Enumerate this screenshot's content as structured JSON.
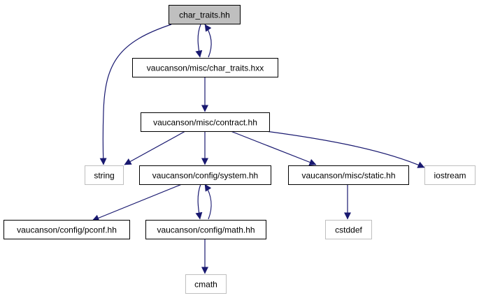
{
  "colors": {
    "edge": "#191970",
    "border_local": "#000000",
    "border_system": "#bfbfbf",
    "fill_root": "#bfbfbf",
    "fill_default": "#ffffff"
  },
  "nodes": [
    {
      "id": "n_char_traits_hh",
      "label": "char_traits.hh",
      "kind": "root"
    },
    {
      "id": "n_char_traits_hxx",
      "label": "vaucanson/misc/char_traits.hxx",
      "kind": "local"
    },
    {
      "id": "n_contract",
      "label": "vaucanson/misc/contract.hh",
      "kind": "local"
    },
    {
      "id": "n_string",
      "label": "string",
      "kind": "system"
    },
    {
      "id": "n_system",
      "label": "vaucanson/config/system.hh",
      "kind": "local"
    },
    {
      "id": "n_static",
      "label": "vaucanson/misc/static.hh",
      "kind": "local"
    },
    {
      "id": "n_iostream",
      "label": "iostream",
      "kind": "system"
    },
    {
      "id": "n_pconf",
      "label": "vaucanson/config/pconf.hh",
      "kind": "local"
    },
    {
      "id": "n_math",
      "label": "vaucanson/config/math.hh",
      "kind": "local"
    },
    {
      "id": "n_cstddef",
      "label": "cstddef",
      "kind": "system"
    },
    {
      "id": "n_cmath",
      "label": "cmath",
      "kind": "system"
    }
  ],
  "edges": [
    {
      "from": "n_char_traits_hh",
      "to": "n_char_traits_hxx"
    },
    {
      "from": "n_char_traits_hxx",
      "to": "n_char_traits_hh"
    },
    {
      "from": "n_char_traits_hh",
      "to": "n_string"
    },
    {
      "from": "n_char_traits_hxx",
      "to": "n_contract"
    },
    {
      "from": "n_contract",
      "to": "n_string"
    },
    {
      "from": "n_contract",
      "to": "n_system"
    },
    {
      "from": "n_contract",
      "to": "n_static"
    },
    {
      "from": "n_contract",
      "to": "n_iostream"
    },
    {
      "from": "n_system",
      "to": "n_pconf"
    },
    {
      "from": "n_system",
      "to": "n_math"
    },
    {
      "from": "n_math",
      "to": "n_system"
    },
    {
      "from": "n_static",
      "to": "n_cstddef"
    },
    {
      "from": "n_math",
      "to": "n_cmath"
    }
  ]
}
